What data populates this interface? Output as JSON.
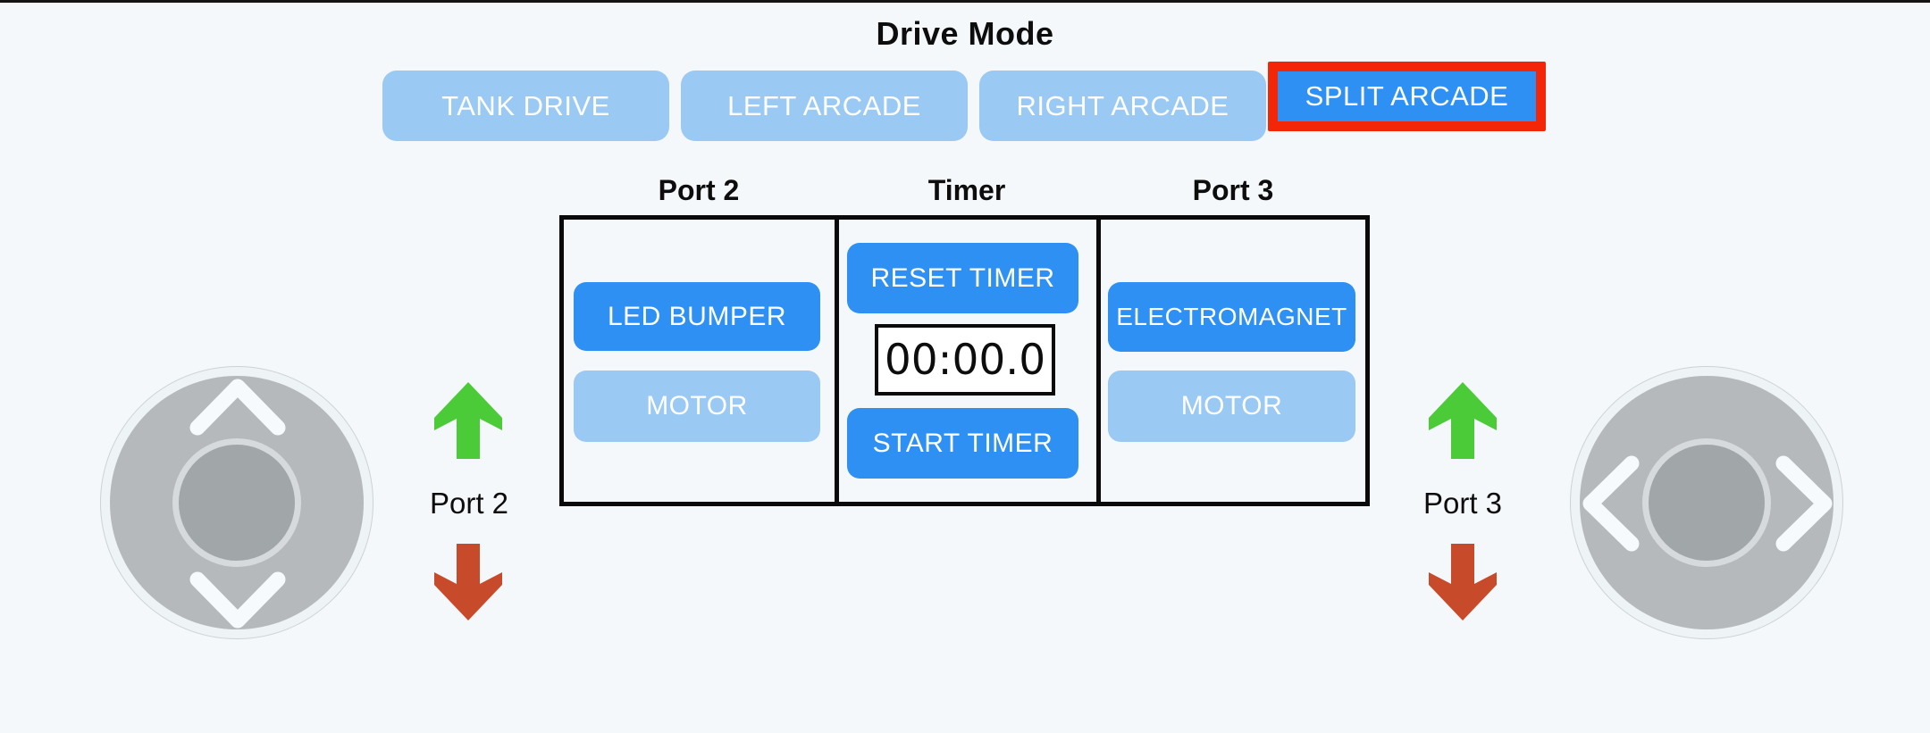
{
  "title": "Drive Mode",
  "drive_mode": {
    "tank_label": "TANK DRIVE",
    "left_arcade_label": "LEFT ARCADE",
    "right_arcade_label": "RIGHT ARCADE",
    "split_arcade_label": "SPLIT ARCADE",
    "selected": "SPLIT ARCADE"
  },
  "panel": {
    "port2": {
      "header": "Port 2",
      "led_bumper_label": "LED BUMPER",
      "motor_label": "MOTOR"
    },
    "timer": {
      "header": "Timer",
      "reset_label": "RESET TIMER",
      "display_value": "00:00.0",
      "start_label": "START TIMER"
    },
    "port3": {
      "header": "Port 3",
      "electromagnet_label": "ELECTROMAGNET",
      "motor_label": "MOTOR"
    }
  },
  "left_stick": {
    "port_label": "Port 2",
    "axis": "vertical"
  },
  "right_stick": {
    "port_label": "Port 3",
    "axis": "horizontal"
  },
  "colors": {
    "background": "#f5f8fa",
    "active_blue": "#2e90f3",
    "inactive_blue": "#9ac9f4",
    "selected_outline_red": "#f32708",
    "forward_green": "#4bcb38",
    "reverse_red": "#c74b2a"
  }
}
